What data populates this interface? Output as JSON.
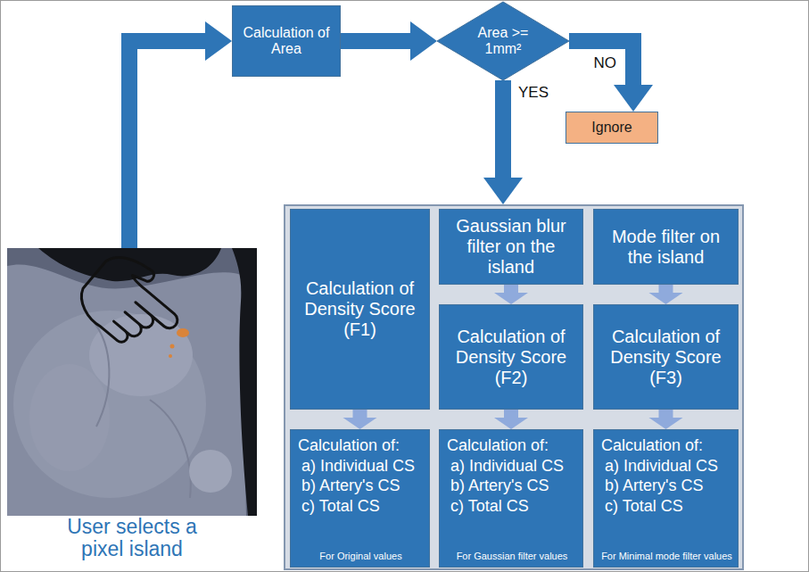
{
  "diagram": {
    "nodes": [
      {
        "text": [
          "User selects a pixel island"
        ]
      },
      {
        "text": [
          "Calculation of Area"
        ]
      },
      {
        "text": [
          "Area >= 1mm²"
        ]
      },
      {
        "text": [
          "Ignore"
        ]
      },
      {
        "text": []
      },
      {
        "text": [
          "Calculation of Density Score (F1)"
        ],
        "in": 4
      },
      {
        "text": [
          "Gaussian blur filter on the island"
        ],
        "in": 4
      },
      {
        "text": [
          "Mode filter on the island"
        ],
        "in": 4
      },
      {
        "text": [
          "Calculation of Density Score (F2)"
        ],
        "in": 4
      },
      {
        "text": [
          "Calculation of Density Score (F3)"
        ],
        "in": 4
      },
      {
        "text": [
          "Calculation of:",
          "a) Individual CS",
          "b) Artery's CS",
          "c) Total CS",
          "For Original values"
        ],
        "in": 4
      },
      {
        "text": [
          "Calculation of:",
          "a) Individual CS",
          "b) Artery's CS",
          "c) Total CS",
          "For Gaussian filter values"
        ],
        "in": 4
      },
      {
        "text": [
          "Calculation of:",
          "a) Individual CS",
          "b) Artery's CS",
          "c) Total CS",
          "For Minimal mode filter values"
        ],
        "in": 4
      }
    ],
    "edges": [
      {
        "from": 0,
        "to": 1,
        "arrow": "to"
      },
      {
        "from": 1,
        "to": 2,
        "arrow": "to"
      },
      {
        "from": 2,
        "to": 3,
        "label": "NO",
        "arrow": "to"
      },
      {
        "from": 2,
        "to": 4,
        "label": "YES",
        "arrow": "to"
      },
      {
        "from": 5,
        "to": 10,
        "arrow": "to"
      },
      {
        "from": 6,
        "to": 8,
        "arrow": "to"
      },
      {
        "from": 7,
        "to": 9,
        "arrow": "to"
      },
      {
        "from": 8,
        "to": 11,
        "arrow": "to"
      },
      {
        "from": 9,
        "to": 12,
        "arrow": "to"
      }
    ]
  }
}
